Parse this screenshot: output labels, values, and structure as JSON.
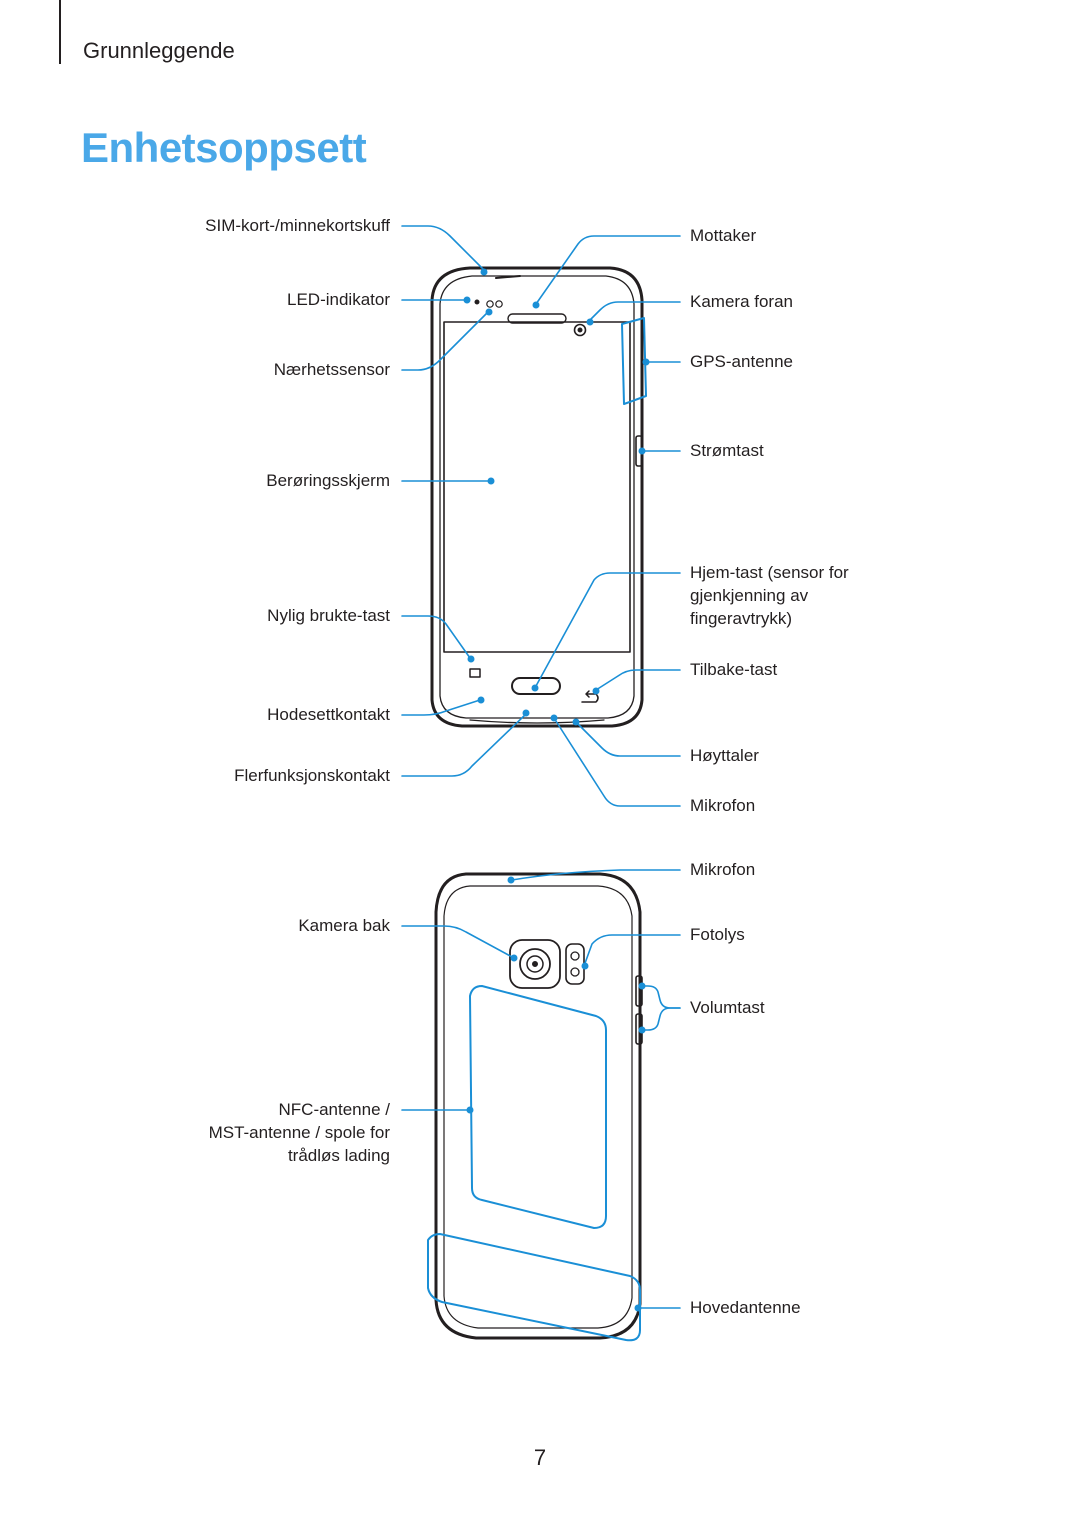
{
  "header": {
    "section": "Grunnleggende"
  },
  "title": "Enhetsoppsett",
  "front_view": {
    "labels_left": [
      "SIM-kort-/minnekortskuff",
      "LED-indikator",
      "Nærhetssensor",
      "Berøringsskjerm",
      "Nylig brukte-tast",
      "Hodesettkontakt",
      "Flerfunksjonskontakt"
    ],
    "labels_right": [
      "Mottaker",
      "Kamera foran",
      "GPS-antenne",
      "Strømtast",
      "Hjem-tast (sensor for gjenkjenning av fingeravtrykk)",
      "Tilbake-tast",
      "Høyttaler",
      "Mikrofon"
    ]
  },
  "back_view": {
    "labels_left": [
      "Kamera bak",
      "NFC-antenne / MST-antenne / spole for trådløs lading"
    ],
    "labels_right": [
      "Mikrofon",
      "Fotolys",
      "Volumtast",
      "Hovedantenne"
    ]
  },
  "hjem_lines": [
    "Hjem-tast (sensor for",
    "gjenkjenning av",
    "fingeravtrykk)"
  ],
  "nfc_lines": [
    "NFC-antenne /",
    "MST-antenne / spole for",
    "trådløs lading"
  ],
  "page_number": "7",
  "colors": {
    "accent": "#4aa8e8",
    "callout": "#1a8fd6",
    "outline": "#231f20"
  }
}
